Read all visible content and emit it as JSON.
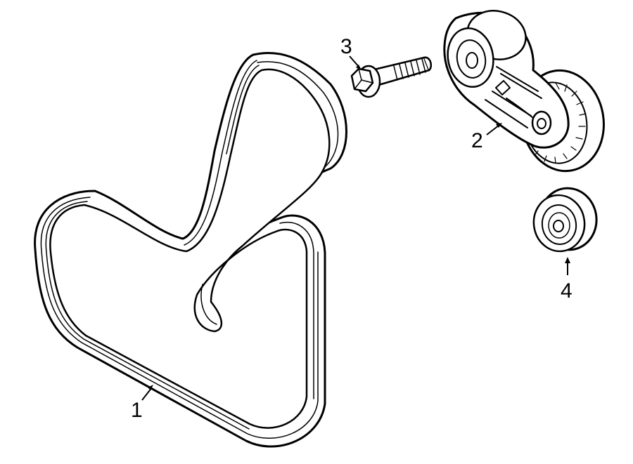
{
  "callouts": [
    {
      "label": "1"
    },
    {
      "label": "2"
    },
    {
      "label": "3"
    },
    {
      "label": "4"
    }
  ],
  "colors": {
    "ink": "#000000",
    "background": "#ffffff"
  }
}
